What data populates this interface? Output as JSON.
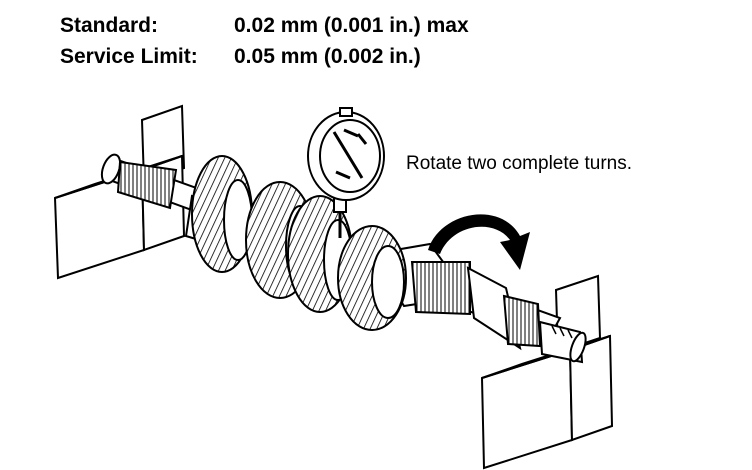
{
  "specs": {
    "standard_label": "Standard:",
    "standard_value": "0.02 mm (0.001 in.) max",
    "service_limit_label": "Service Limit:",
    "service_limit_value": "0.05 mm (0.002 in.)"
  },
  "annotation": "Rotate two complete turns.",
  "colors": {
    "ink": "#000000",
    "paper": "#ffffff"
  },
  "icons": [
    "dial-indicator-icon",
    "rotation-arrow-icon"
  ]
}
